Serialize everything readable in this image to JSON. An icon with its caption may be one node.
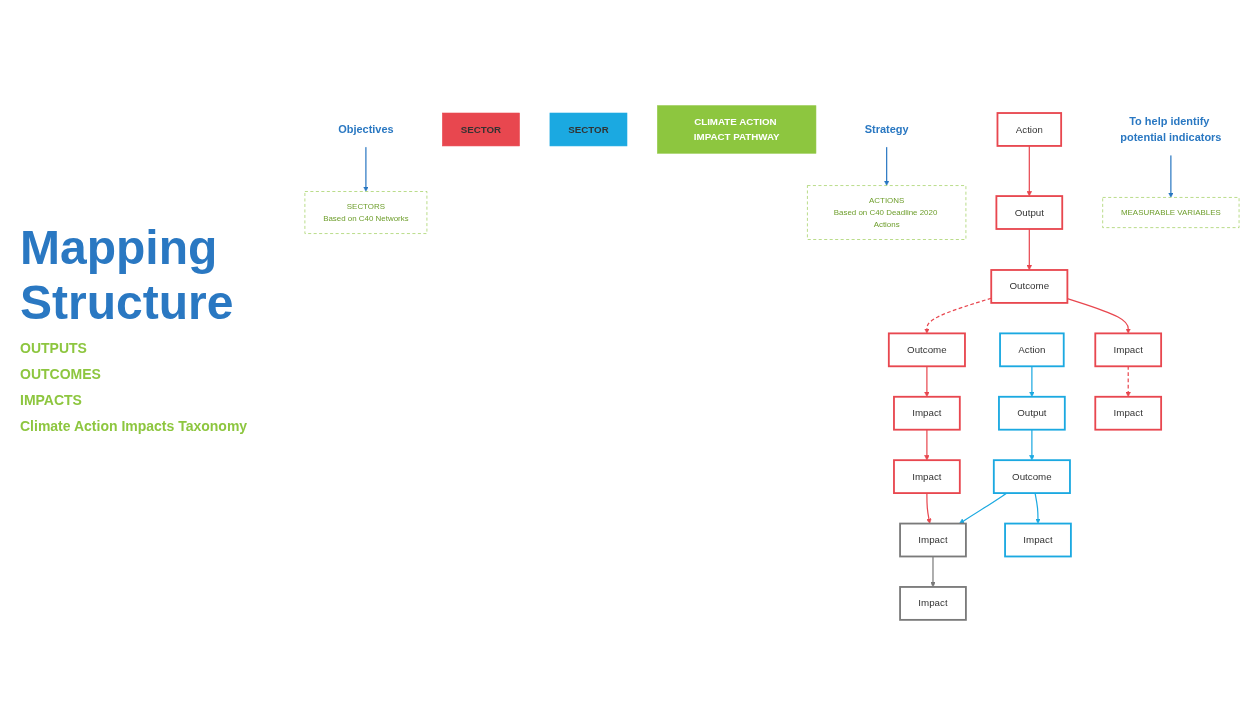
{
  "diagram": {
    "title": "Mapping Structure",
    "nodes": [
      {
        "text": [
          "Objectives"
        ]
      },
      {
        "text": [
          "SECTORS",
          "Based on C40 Networks"
        ]
      },
      {
        "text": [
          "SECTOR"
        ]
      },
      {
        "text": [
          "SECTOR"
        ]
      },
      {
        "text": [
          "CLIMATE ACTION IMPACT PATHWAY"
        ]
      },
      {
        "text": [
          "Strategy"
        ]
      },
      {
        "text": [
          "ACTIONS",
          "Based on C40 Deadline 2020 Actions"
        ]
      },
      {
        "text": [
          "Action"
        ]
      },
      {
        "text": [
          "Action"
        ]
      },
      {
        "text": [
          "Output"
        ]
      },
      {
        "text": [
          "Output"
        ]
      },
      {
        "text": [
          "Outcome"
        ]
      },
      {
        "text": [
          "Outcome"
        ]
      },
      {
        "text": [
          "Outcome"
        ]
      },
      {
        "text": [
          "To help identify potential indicators"
        ]
      },
      {
        "text": [
          "MEASURABLE VARIABLES"
        ]
      },
      {
        "text": [
          "Impact"
        ]
      },
      {
        "text": [
          "Impact"
        ]
      },
      {
        "text": [
          "Impact"
        ]
      },
      {
        "text": [
          "Impact"
        ]
      },
      {
        "text": [
          "Impact"
        ]
      },
      {
        "text": [
          "Impact"
        ]
      },
      {
        "text": [
          "Impact"
        ]
      }
    ],
    "edges": [
      {
        "from": 0,
        "to": 1,
        "arrow": "to",
        "color": "#2a78c2"
      },
      {
        "from": 5,
        "to": 6,
        "arrow": "to",
        "color": "#2a78c2"
      },
      {
        "from": 14,
        "to": 15,
        "arrow": "to",
        "color": "#2a78c2"
      },
      {
        "from": 7,
        "to": 9,
        "arrow": "to"
      },
      {
        "from": 8,
        "to": 10,
        "arrow": "to",
        "color": "#1ba9e1"
      },
      {
        "from": 9,
        "to": 11,
        "arrow": "to"
      },
      {
        "from": 10,
        "to": 13,
        "arrow": "to",
        "color": "#1ba9e1"
      },
      {
        "from": 11,
        "to": 12,
        "arrow": "to",
        "style": "dashed"
      },
      {
        "from": 11,
        "to": 16,
        "arrow": "to"
      },
      {
        "from": 12,
        "to": 17,
        "arrow": "to"
      },
      {
        "from": 13,
        "to": 18,
        "arrow": "to",
        "color": "#1ba9e1"
      },
      {
        "from": 13,
        "to": 22,
        "arrow": "to",
        "color": "#1ba9e1"
      },
      {
        "from": 16,
        "to": 19,
        "arrow": "to",
        "style": "dashed"
      },
      {
        "from": 17,
        "to": 20,
        "arrow": "to"
      },
      {
        "from": 20,
        "to": 18,
        "arrow": "to"
      },
      {
        "from": 18,
        "to": 21,
        "arrow": "to",
        "color": "#7a7a7a"
      }
    ],
    "labels": [
      "OUTPUTS",
      "OUTCOMES",
      "IMPACTS",
      "Climate Action Impacts Taxonomy"
    ]
  }
}
